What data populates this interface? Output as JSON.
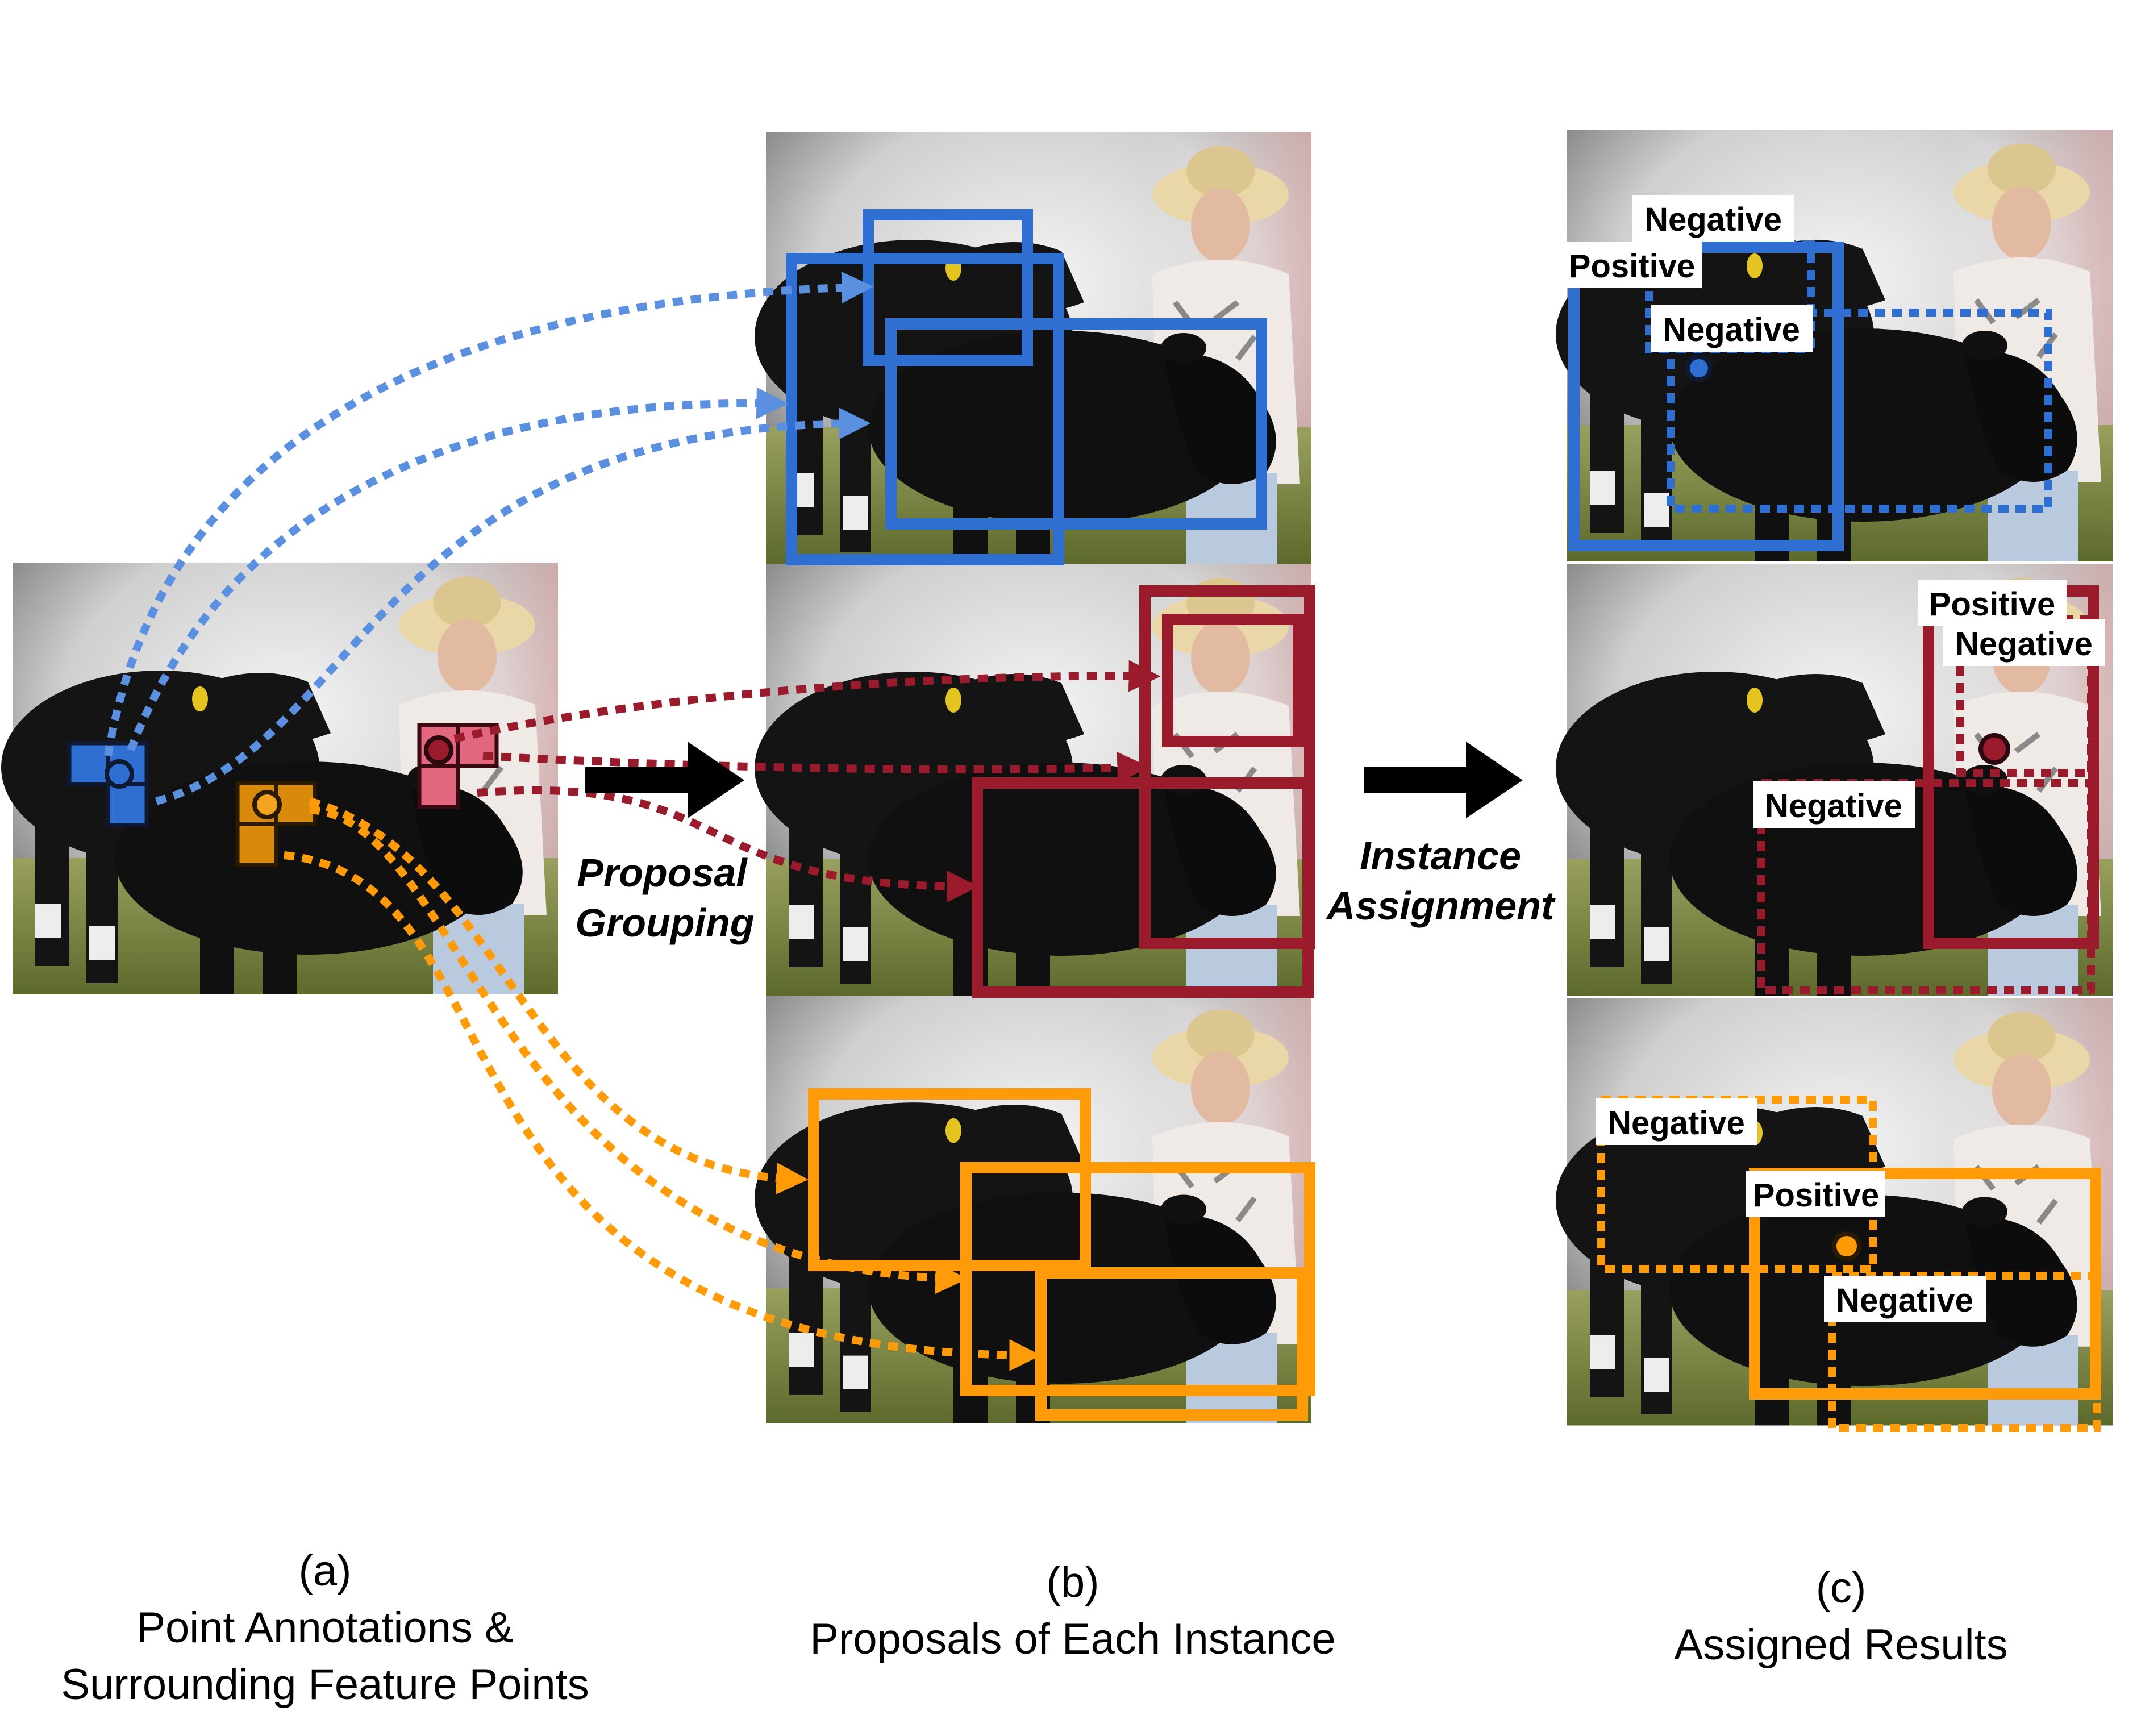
{
  "arrows": {
    "proposal_grouping": [
      "Proposal",
      "Grouping"
    ],
    "instance_assignment": [
      "Instance",
      "Assignment"
    ]
  },
  "tags": {
    "positive": "Positive",
    "negative": "Negative"
  },
  "captions": {
    "a": {
      "letter": "(a)",
      "line1": "Point Annotations &",
      "line2": "Surrounding Feature Points"
    },
    "b": {
      "letter": "(b)",
      "line1": "Proposals of Each Instance"
    },
    "c": {
      "letter": "(c)",
      "line1": "Assigned Results"
    }
  },
  "colors": {
    "blue": "#2f6fd1",
    "blue_light": "#5b8fe0",
    "red": "#9a1b2b",
    "pink": "#e2677e",
    "orange": "#ff9b08",
    "orange_dark": "#d88a0a",
    "cow": "#141414",
    "arrow": "#000000"
  }
}
